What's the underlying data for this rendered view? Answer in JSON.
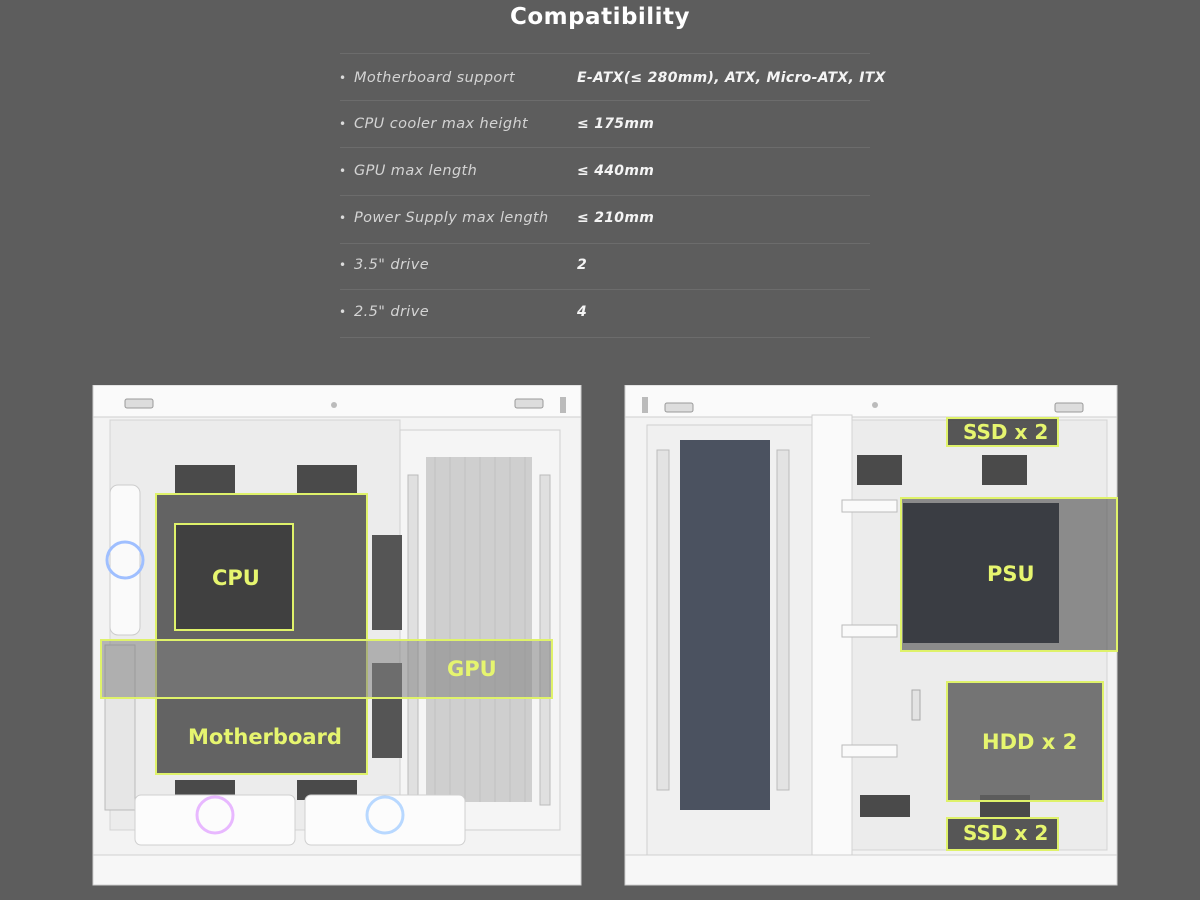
{
  "page": {
    "title": "Compatibility"
  },
  "specs": [
    {
      "label": "Motherboard support",
      "value": "E-ATX(≤ 280mm), ATX, Micro-ATX, ITX"
    },
    {
      "label": "CPU cooler max height",
      "value": "≤ 175mm"
    },
    {
      "label": "GPU max length",
      "value": "≤ 440mm"
    },
    {
      "label": "Power Supply max length",
      "value": "≤ 210mm"
    },
    {
      "label": "3.5\" drive",
      "value": "2"
    },
    {
      "label": "2.5\" drive",
      "value": "4"
    }
  ],
  "front_view": {
    "cpu_label": "CPU",
    "gpu_label": "GPU",
    "motherboard_label": "Motherboard"
  },
  "rear_view": {
    "ssd_top_label": "SSD x 2",
    "psu_label": "PSU",
    "hdd_label": "HDD x 2",
    "ssd_bottom_label": "SSD x 2"
  },
  "colors": {
    "background": "#5d5d5d",
    "highlight": "#dff26a",
    "case_white": "#f2f2f2"
  }
}
